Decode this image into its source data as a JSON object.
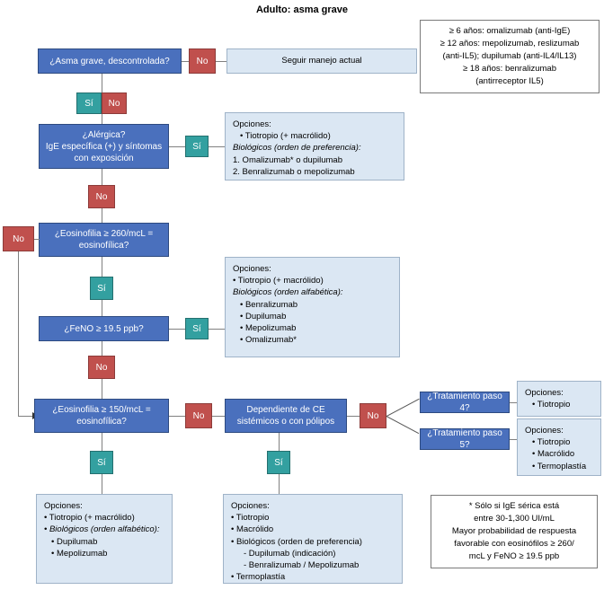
{
  "title": "Adulto: asma grave",
  "labels": {
    "si": "Sí",
    "no": "No"
  },
  "colors": {
    "decision_blue": "#4a70bd",
    "chip_no_red": "#c0504d",
    "chip_si_teal": "#33a0a0",
    "options_fill": "#dbe7f3",
    "line_gray": "#808080"
  },
  "nodes": {
    "q_asma": "¿Asma grave, descontrolada?",
    "seguir": "Seguir manejo actual",
    "q_alergica_l1": "¿Alérgica?",
    "q_alergica_l2": "IgE específica (+) y síntomas",
    "q_alergica_l3": "con exposición",
    "q_eos260_l1": "¿Eosinofilia ≥ 260/mcL =",
    "q_eos260_l2": "eosinofílica?",
    "q_feno": "¿FeNO ≥ 19.5 ppb?",
    "q_eos150_l1": "¿Eosinofilia ≥ 150/mcL =",
    "q_eos150_l2": "eosinofílica?",
    "q_ce_l1": "Dependiente de CE",
    "q_ce_l2": "sistémicos o con pólipos",
    "q_paso4": "¿Tratamiento paso 4?",
    "q_paso5": "¿Tratamiento paso 5?"
  },
  "top_note": {
    "lines": [
      "≥ 6 años: omalizumab (anti-IgE)",
      "≥ 12 años: mepolizumab, reslizumab",
      "(anti-IL5); dupilumab (anti-IL4/IL13)",
      "≥ 18 años: benralizumab",
      "(antirreceptor IL5)"
    ]
  },
  "bottom_note": {
    "lines": [
      "* Sólo si IgE sérica está",
      "entre 30-1,300 UI/mL",
      "Mayor probabilidad de respuesta",
      "favorable con eosinófilos ≥ 260/",
      "mcL y FeNO ≥ 19.5 ppb"
    ]
  },
  "options_alergica": {
    "header": "Opciones:",
    "bullet1": "• Tiotropio (+ macrólido)",
    "subheader": "Biológicos (orden de preferencia):",
    "item1": "1.  Omalizumab* o dupilumab",
    "item2": "2.  Benralizumab o mepolizumab"
  },
  "options_feno": {
    "header": "Opciones:",
    "bullet1": "• Tiotropio (+ macrólido)",
    "subheader": "Biológicos (orden alfabética):",
    "items": [
      "• Benralizumab",
      "• Dupilumab",
      "• Mepolizumab",
      "• Omalizumab*"
    ]
  },
  "options_paso4": {
    "header": "Opciones:",
    "items": [
      "• Tiotropio"
    ]
  },
  "options_paso5": {
    "header": "Opciones:",
    "items": [
      "• Tiotropio",
      "• Macrólido",
      "• Termoplastía"
    ]
  },
  "options_eos150": {
    "header": "Opciones:",
    "bullet1": "• Tiotropio (+ macrólido)",
    "subheader": "• Biológicos (orden alfabético):",
    "items": [
      "• Dupilumab",
      "• Mepolizumab"
    ]
  },
  "options_ce": {
    "header": "Opciones:",
    "items": [
      "• Tiotropio",
      "• Macrólido",
      "• Biológicos (orden de preferencia)"
    ],
    "subitems": [
      "- Dupilumab (indicación)",
      "- Benralizumab / Mepolizumab"
    ],
    "last": "• Termoplastía"
  }
}
